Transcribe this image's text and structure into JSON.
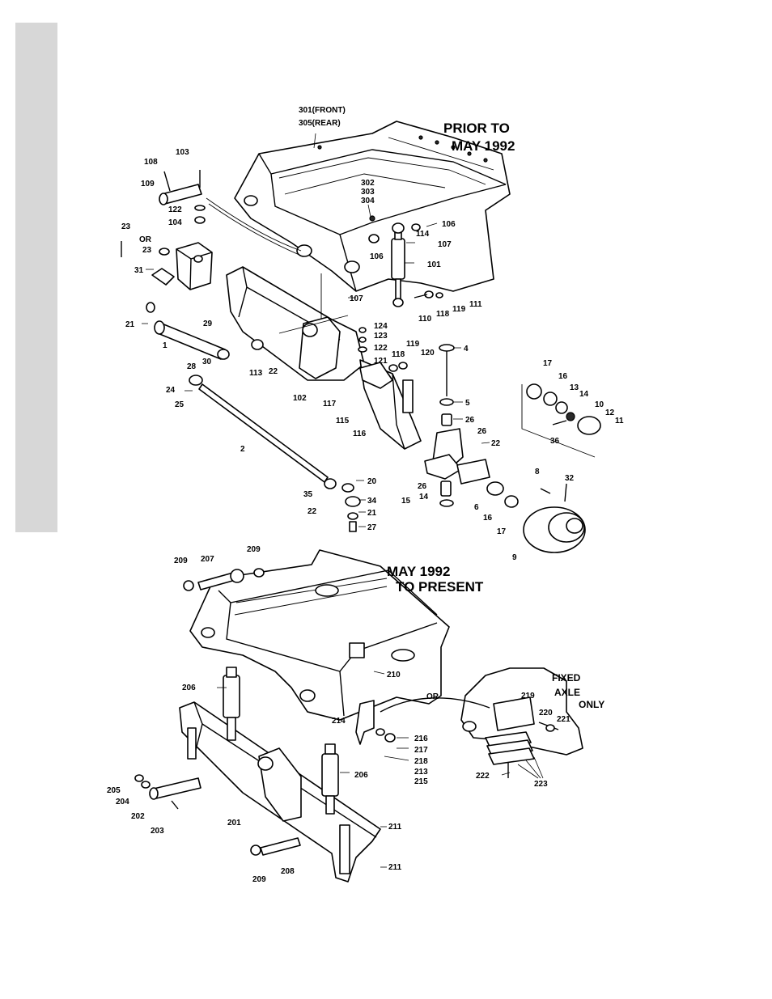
{
  "headings": {
    "prior": [
      "PRIOR TO",
      "MAY 1992"
    ],
    "present": [
      "MAY 1992",
      "TO PRESENT"
    ],
    "fixed_axle": [
      "FIXED",
      "AXLE",
      "ONLY"
    ]
  },
  "notes": {
    "or_top": "OR",
    "or_bottom": "OR"
  },
  "callouts": {
    "c301": "301(FRONT)",
    "c305": "305(REAR)",
    "c302": "302",
    "c303": "303",
    "c304": "304",
    "c103": "103",
    "c108": "108",
    "c109": "109",
    "c122a": "122",
    "c104": "104",
    "c23a": "23",
    "c23b": "23",
    "c31": "31",
    "c21a": "21",
    "c1": "1",
    "c29": "29",
    "c30": "30",
    "c28": "28",
    "c24": "24",
    "c25": "25",
    "c113": "113",
    "c22a": "22",
    "c102": "102",
    "c107a": "107",
    "c106a": "106",
    "c114": "114",
    "c107b": "107",
    "c106b": "106",
    "c101": "101",
    "c110": "110",
    "c118a": "118",
    "c119a": "119",
    "c111": "111",
    "c124": "124",
    "c123": "123",
    "c122b": "122",
    "c121": "121",
    "c118b": "118",
    "c119b": "119",
    "c120": "120",
    "c4": "4",
    "c117": "117",
    "c115": "115",
    "c116": "116",
    "c5": "5",
    "c26a": "26",
    "c26b": "26",
    "c22b": "22",
    "c17a": "17",
    "c16a": "16",
    "c13": "13",
    "c14a": "14",
    "c10": "10",
    "c12": "12",
    "c11": "11",
    "c36": "36",
    "c2": "2",
    "c20": "20",
    "c35": "35",
    "c34": "34",
    "c22c": "22",
    "c21b": "21",
    "c27": "27",
    "c26c": "26",
    "c14b": "14",
    "c15": "15",
    "c8": "8",
    "c32": "32",
    "c6": "6",
    "c16b": "16",
    "c17b": "17",
    "c9": "9",
    "c209a": "209",
    "c207": "207",
    "c209b": "209",
    "c210": "210",
    "c206a": "206",
    "c214": "214",
    "c216": "216",
    "c217": "217",
    "c218": "218",
    "c213": "213",
    "c215": "215",
    "c219": "219",
    "c220": "220",
    "c221": "221",
    "c222": "222",
    "c223": "223",
    "c206b": "206",
    "c205": "205",
    "c204": "204",
    "c202": "202",
    "c203": "203",
    "c201": "201",
    "c211a": "211",
    "c211b": "211",
    "c209c": "209",
    "c208": "208"
  }
}
